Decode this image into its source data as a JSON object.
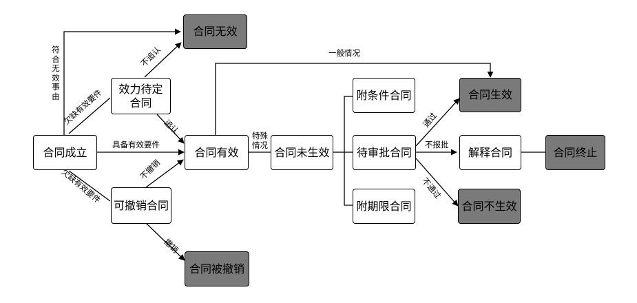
{
  "nodes": {
    "formation": "合同成立",
    "invalid": "合同无效",
    "pending": "效力待定\n合同",
    "voidable": "可撤销合同",
    "revoked": "合同被撤销",
    "valid": "合同有效",
    "not_effective": "合同未生效",
    "conditional": "附条件合同",
    "approval": "待审批合同",
    "term": "附期限合同",
    "effective": "合同生效",
    "rescind": "解释合同",
    "terminate": "合同终止",
    "no_effect": "合同不生效"
  },
  "edges": {
    "meets_invalid": "符合无效事由",
    "lacks_req_1": "欠缺有效要件",
    "not_ratified": "不追认",
    "ratified": "追认",
    "has_req": "具备有效要件",
    "lacks_req_2": "欠缺有效要件",
    "not_revoked": "不撤销",
    "revoke": "撤销",
    "general": "一般情况",
    "special": "特殊\n情况",
    "pass": "通过",
    "not_reported": "不报批",
    "fail": "不通过"
  }
}
